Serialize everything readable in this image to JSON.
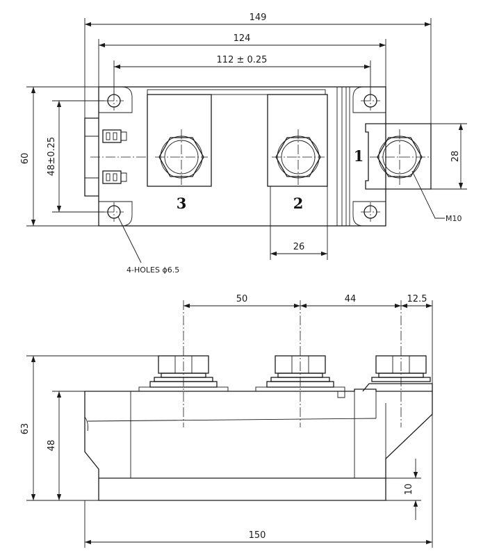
{
  "top_view": {
    "dims": {
      "overall_length": "149",
      "mount_outer": "124",
      "mount_hole_spacing": "112 ± 0.25",
      "height": "60",
      "hole_vertical_spacing": "48±0.25",
      "terminal_1_width": "28",
      "terminal_2_width": "26"
    },
    "callouts": {
      "holes": "4-HOLES ϕ6.5",
      "thread": "M10"
    },
    "terminals": [
      "1",
      "2",
      "3"
    ]
  },
  "side_view": {
    "dims": {
      "terminal_spacing_a": "50",
      "terminal_spacing_b": "44",
      "terminal_edge_offset": "12.5",
      "overall_height": "63",
      "body_height": "48",
      "base_height": "10",
      "overall_length": "150"
    }
  }
}
